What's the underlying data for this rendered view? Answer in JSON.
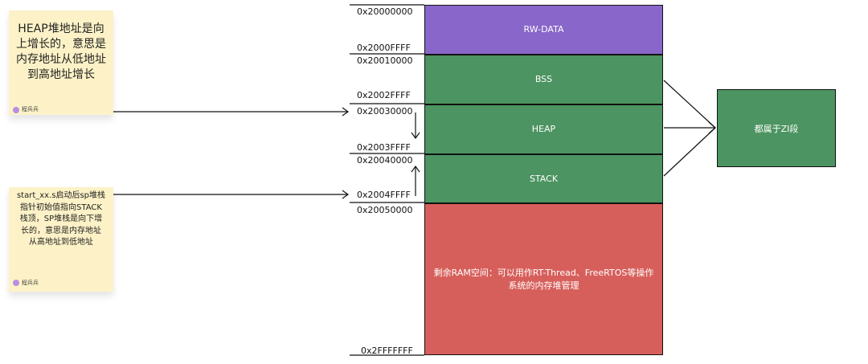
{
  "notes": [
    {
      "text": "HEAP堆地址是向\n上增长的，意思是\n内存地址从低地址\n到高地址增长",
      "author": "程兵兵"
    },
    {
      "text": "start_xx.s启动后sp堆栈\n指针初始值指向STACK\n栈顶，SP堆栈是向下增\n长的，意思是内存地址\n从高地址到低地址",
      "author": "程兵兵"
    }
  ],
  "blocks": {
    "rw": "RW-DATA",
    "bss": "BSS",
    "heap": "HEAP",
    "stack": "STACK",
    "rest": "剩余RAM空间：可以用作RT-Thread、FreeRTOS等操作\n系统的内存堆管理"
  },
  "zi_label": "都属于ZI段",
  "addresses": {
    "a1": "0x20000000",
    "a2": "0x2000FFFF",
    "a3": "0x20010000",
    "a4": "0x2002FFFF",
    "a5": "0x20030000",
    "a6": "0x2003FFFF",
    "a7": "0x20040000",
    "a8": "0x2004FFFF",
    "a9": "0x20050000",
    "a10": "0x2FFFFFFF"
  },
  "colors": {
    "rw": "#8966c9",
    "green": "#4c9461",
    "red": "#d75f5b",
    "note": "#fdf2c7"
  }
}
